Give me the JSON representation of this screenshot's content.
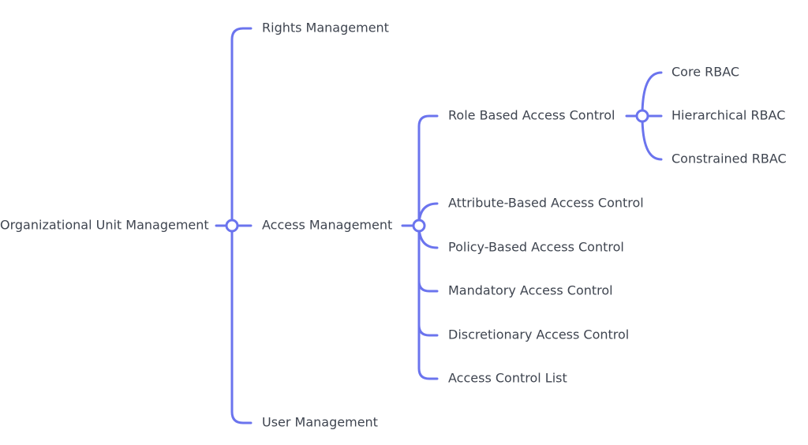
{
  "diagram": {
    "type": "mindmap",
    "root": {
      "label": "Organizational Unit Management",
      "children": [
        {
          "label": "Rights Management",
          "children": []
        },
        {
          "label": "Access Management",
          "children": [
            {
              "label": "Role Based Access Control",
              "children": [
                {
                  "label": "Core RBAC"
                },
                {
                  "label": "Hierarchical RBAC"
                },
                {
                  "label": "Constrained RBAC"
                }
              ]
            },
            {
              "label": "Attribute-Based Access Control"
            },
            {
              "label": "Policy-Based Access Control"
            },
            {
              "label": "Mandatory Access Control"
            },
            {
              "label": "Discretionary Access Control"
            },
            {
              "label": "Access Control List"
            }
          ]
        },
        {
          "label": "User Management",
          "children": []
        }
      ]
    }
  },
  "colors": {
    "line": "#6b74ee",
    "text": "#3f4550",
    "background": "#ffffff"
  }
}
